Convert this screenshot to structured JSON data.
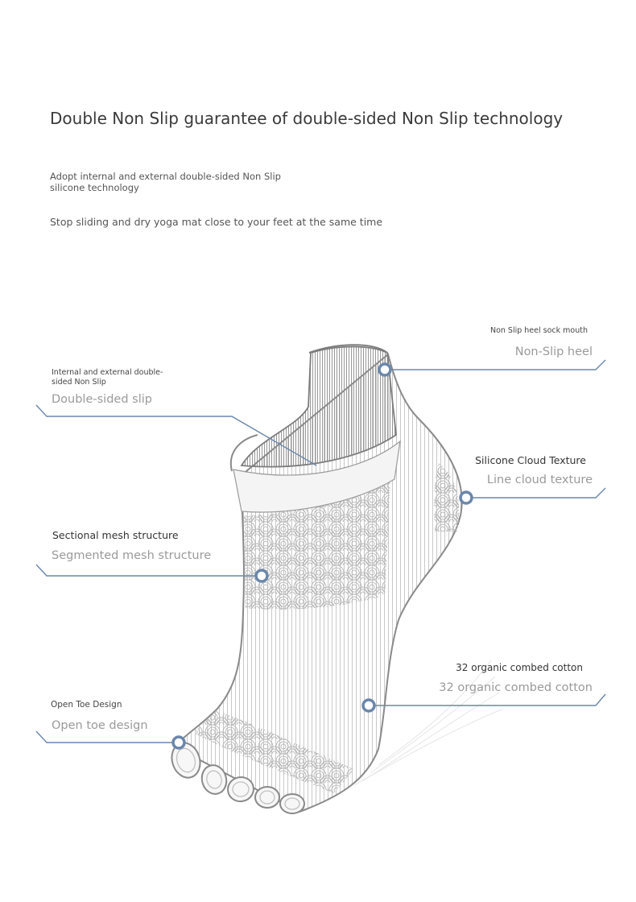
{
  "title": "Double Non Slip guarantee of double-sided Non Slip technology",
  "subtitle_1": "Adopt internal and external double-sided Non Slip silicone technology",
  "subtitle_2": "Stop sliding and dry yoga mat close to your feet at the same time",
  "colors": {
    "accent": "#6a87ab",
    "outline": "#8a8a8a",
    "label_gray": "#9a9a9a"
  },
  "callouts": {
    "heel": {
      "label": "Non Slip heel sock mouth",
      "caption": "Non-Slip heel"
    },
    "double_sided": {
      "label": "Internal and external double-sided Non Slip",
      "caption": "Double-sided slip"
    },
    "cloud": {
      "label": "Silicone Cloud Texture",
      "caption": "Line cloud texture"
    },
    "mesh": {
      "label": "Sectional mesh structure",
      "caption": "Segmented mesh structure"
    },
    "cotton": {
      "label": "32 organic combed cotton",
      "caption": "32 organic combed cotton"
    },
    "toe": {
      "label": "Open Toe Design",
      "caption": "Open toe design"
    }
  }
}
